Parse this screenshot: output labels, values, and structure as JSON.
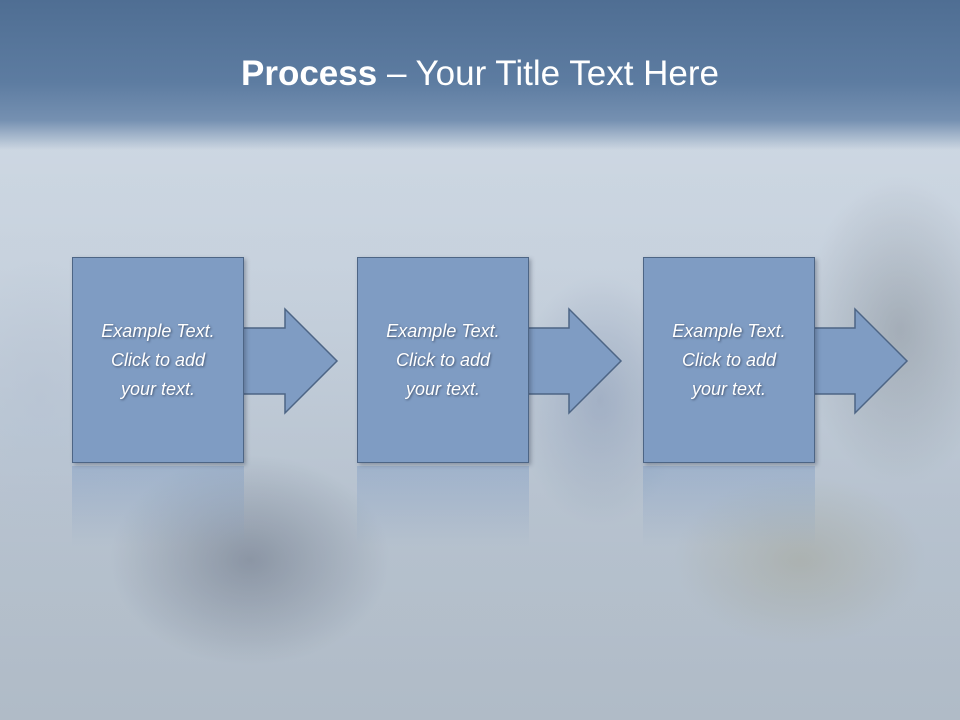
{
  "title": {
    "bold": "Process",
    "separator": " – ",
    "rest": "Your Title Text Here"
  },
  "steps": [
    {
      "line1": "Example Text.",
      "line2": "Click  to add",
      "line3": "your text."
    },
    {
      "line1": "Example Text.",
      "line2": "Click  to add",
      "line3": "your text."
    },
    {
      "line1": "Example Text.",
      "line2": "Click  to add",
      "line3": "your text."
    }
  ],
  "colors": {
    "header": "#5d7ca1",
    "box_fill": "#7f9cc3",
    "box_border": "#4d6585",
    "text": "#ffffff"
  }
}
